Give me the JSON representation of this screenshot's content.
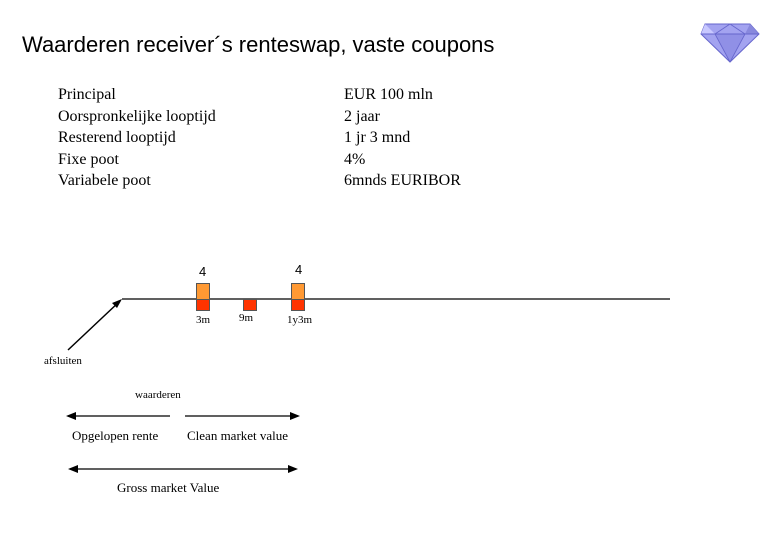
{
  "title": "Waarderen receiver´s renteswap, vaste coupons",
  "logo": {
    "icon": "diamond-icon",
    "color": "#9999ee"
  },
  "info": [
    {
      "label": "Principal",
      "value": "EUR 100 mln"
    },
    {
      "label": "Oorspronkelijke looptijd",
      "value": "2 jaar"
    },
    {
      "label": "Resterend looptijd",
      "value": "1 jr 3 mnd"
    },
    {
      "label": "Fixe poot",
      "value": "4%"
    },
    {
      "label": "Variabele poot",
      "value": "6mnds EURIBOR"
    }
  ],
  "timeline": {
    "coupons": [
      "4",
      "4"
    ],
    "ticks": [
      "3m",
      "9m",
      "1y3m"
    ],
    "start_label": "afsluiten",
    "valuation_label": "waarderen"
  },
  "ranges": {
    "accrued": "Opgelopen rente",
    "clean": "Clean market value",
    "gross": "Gross market Value"
  },
  "colors": {
    "fixed_box": "#ff9933",
    "floating_box": "#ff3300"
  }
}
